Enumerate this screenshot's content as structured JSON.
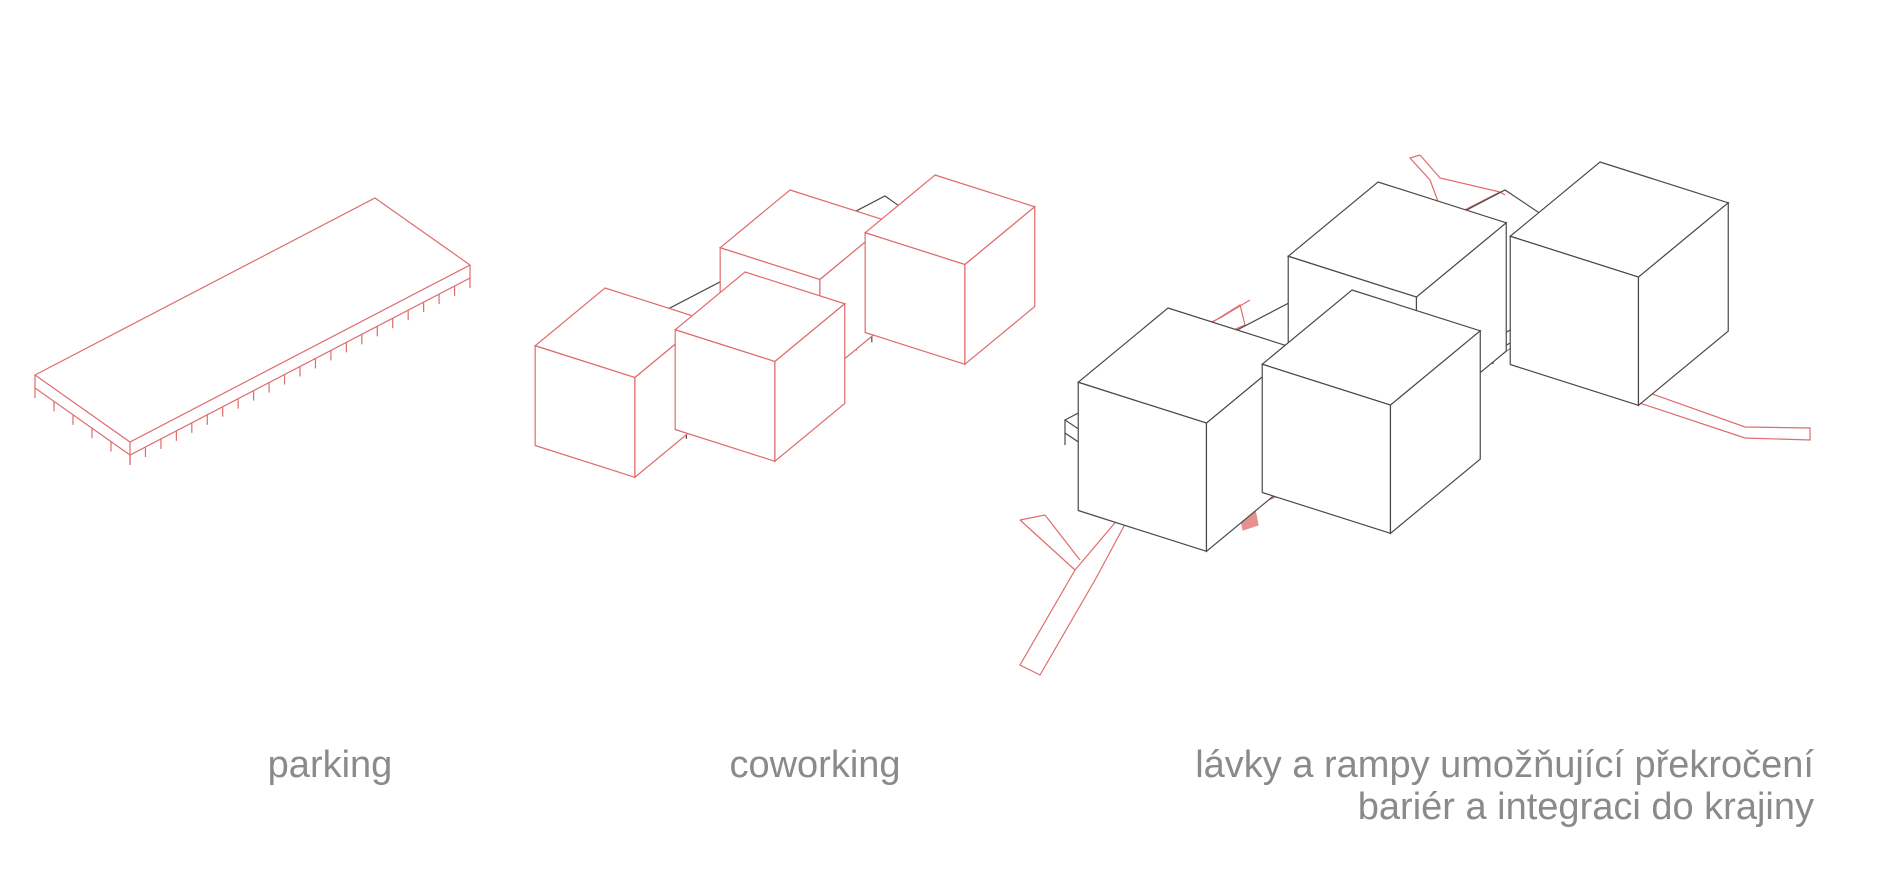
{
  "colors": {
    "accent": "#e06c6c",
    "structure": "#4a4a4a",
    "caption": "#8a8a8a"
  },
  "diagrams": [
    {
      "id": "parking",
      "caption_lines": [
        "parking"
      ]
    },
    {
      "id": "coworking",
      "caption_lines": [
        "coworking"
      ]
    },
    {
      "id": "bridges",
      "caption_lines": [
        "lávky a rampy umožňující překročení",
        "bariér a integraci do krajiny"
      ]
    }
  ]
}
